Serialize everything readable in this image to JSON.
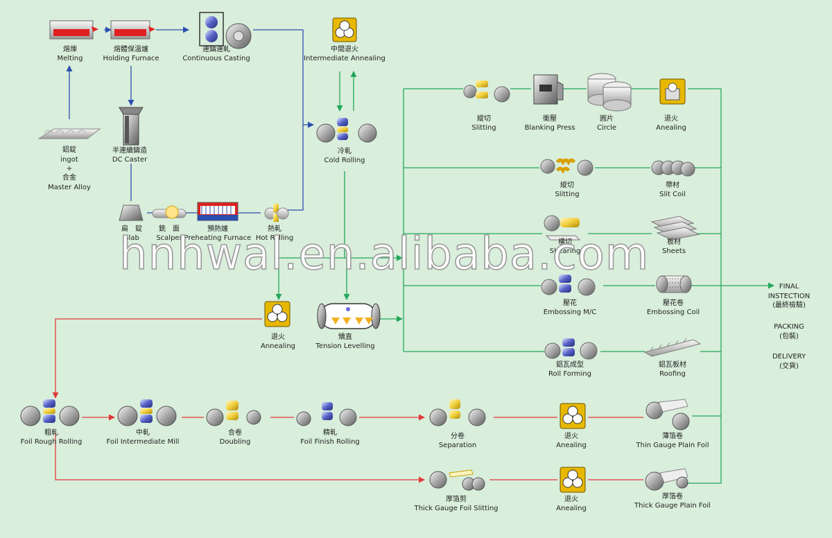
{
  "nodes": [
    {
      "id": "melting",
      "zh": "熔煉",
      "en": "Melting",
      "icon": "furnace-icon"
    },
    {
      "id": "holding",
      "zh": "熔體保溫爐",
      "en": "Holding Furnace",
      "icon": "furnace-icon"
    },
    {
      "id": "contcast",
      "zh": "連鑄連軋",
      "en": "Continuous Casting",
      "icon": "rolling-mill-icon"
    },
    {
      "id": "ingot",
      "zh": "鋁錠",
      "en": "ingot",
      "plus": "+",
      "zh2": "合金",
      "en2": "Master Alloy",
      "icon": "ingot-icon"
    },
    {
      "id": "dccaster",
      "zh": "半連續鑄造",
      "en": "DC Caster",
      "icon": "caster-icon"
    },
    {
      "id": "slab",
      "zh": "扁　錠",
      "en": "Slab",
      "icon": "slab-icon"
    },
    {
      "id": "scalper",
      "zh": "銑　面",
      "en": "Scalper",
      "icon": "scalper-icon"
    },
    {
      "id": "preheat",
      "zh": "預熱爐",
      "en": "Preheating Furnace",
      "icon": "preheat-furnace-icon"
    },
    {
      "id": "hotroll",
      "zh": "熱軋",
      "en": "Hot Rolling",
      "icon": "hot-rolling-icon"
    },
    {
      "id": "intanneal",
      "zh": "中間退火",
      "en": "Intermediate Annealing",
      "icon": "annealing-icon"
    },
    {
      "id": "coldroll",
      "zh": "冷軋",
      "en": "Cold Rolling",
      "icon": "rolling-mill-icon"
    },
    {
      "id": "annealing",
      "zh": "退火",
      "en": "Annealing",
      "icon": "annealing-icon"
    },
    {
      "id": "tension",
      "zh": "矯直",
      "en": "Tension Levelling",
      "icon": "tension-leveller-icon"
    },
    {
      "id": "slit1",
      "zh": "縱切",
      "en": "Slitting",
      "icon": "slitter-icon"
    },
    {
      "id": "blanking",
      "zh": "衝壓",
      "en": "Blanking Press",
      "icon": "press-icon"
    },
    {
      "id": "circle",
      "zh": "圓片",
      "en": "Circle",
      "icon": "circle-stack-icon"
    },
    {
      "id": "anealing1",
      "zh": "退火",
      "en": "Anealing",
      "icon": "annealing-icon"
    },
    {
      "id": "slit2",
      "zh": "縱切",
      "en": "Slitting",
      "icon": "slitter-icon"
    },
    {
      "id": "slitcoil",
      "zh": "帶材",
      "en": "Slit Coil",
      "icon": "slit-coil-icon"
    },
    {
      "id": "shearing",
      "zh": "橫切",
      "en": "Shearing",
      "icon": "shear-icon"
    },
    {
      "id": "sheets",
      "zh": "板材",
      "en": "Sheets",
      "icon": "sheets-icon"
    },
    {
      "id": "embossmc",
      "zh": "壓花",
      "en": "Embossing M/C",
      "icon": "rolling-mill-icon"
    },
    {
      "id": "emboss",
      "zh": "壓花卷",
      "en": "Embossing Coil",
      "icon": "embossed-coil-icon"
    },
    {
      "id": "rollform",
      "zh": "鋁瓦成型",
      "en": "Roll Forming",
      "icon": "rolling-mill-icon"
    },
    {
      "id": "roofing",
      "zh": "鋁瓦板材",
      "en": "Roofing",
      "icon": "roofing-icon"
    },
    {
      "id": "foilrough",
      "zh": "粗軋",
      "en": "Foil Rough Rolling",
      "icon": "rolling-mill-icon"
    },
    {
      "id": "foilint",
      "zh": "中軋",
      "en": "Foil Intermediate Mill",
      "icon": "rolling-mill-icon"
    },
    {
      "id": "doubling",
      "zh": "合卷",
      "en": "Doubling",
      "icon": "doubling-icon"
    },
    {
      "id": "foilfinish",
      "zh": "精軋",
      "en": "Foil Finish Rolling",
      "icon": "rolling-mill-icon"
    },
    {
      "id": "separation",
      "zh": "分卷",
      "en": "Separation",
      "icon": "separator-icon"
    },
    {
      "id": "anealing2",
      "zh": "退火",
      "en": "Anealing",
      "icon": "annealing-icon"
    },
    {
      "id": "thinfoil",
      "zh": "薄箔卷",
      "en": "Thin Gauge Plain Foil",
      "icon": "foil-coil-icon"
    },
    {
      "id": "thickslit",
      "zh": "厚箔剪",
      "en": "Thick Gauge Foil Slitting",
      "icon": "slitter-icon"
    },
    {
      "id": "anealing3",
      "zh": "退火",
      "en": "Anealing",
      "icon": "annealing-icon"
    },
    {
      "id": "thickfoil",
      "zh": "厚箔卷",
      "en": "Thick Gauge Plain Foil",
      "icon": "foil-coil-icon"
    }
  ],
  "final": {
    "line1": "FINAL",
    "line2": "INSTECTION",
    "line3": "(最終檢驗)",
    "packing": "PACKING",
    "packing_zh": "(包裝)",
    "delivery": "DELIVERY",
    "delivery_zh": "(交貨)"
  },
  "watermark": "hnhwal.en.alibaba.com",
  "colors": {
    "background": "#d9eedb",
    "blue_flow": "#2a4fb0",
    "green_flow": "#21a85a",
    "red_flow": "#e03a3a",
    "annealing_box": "#e8b800",
    "furnace_red": "#e02020"
  }
}
